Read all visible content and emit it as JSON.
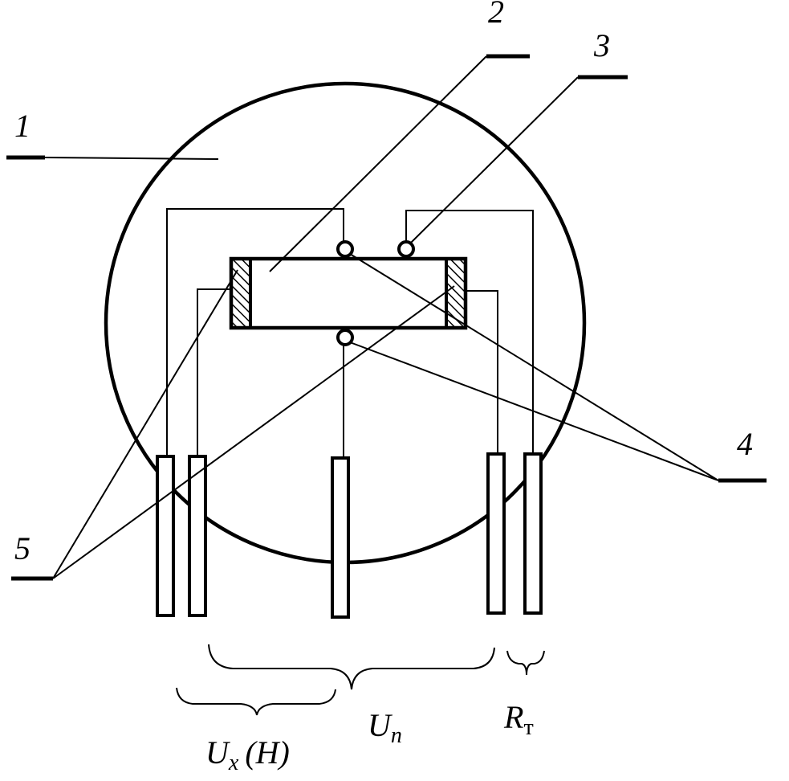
{
  "callouts": {
    "housing": "1",
    "crystal": "2",
    "terminal": "3",
    "contacts": "4",
    "electrodes": "5"
  },
  "brackets": {
    "ux_main": "U",
    "ux_sub": "x",
    "ux_suffix": "(H)",
    "un_main": "U",
    "un_sub": "n",
    "rt_main": "R",
    "rt_sub": "т"
  }
}
